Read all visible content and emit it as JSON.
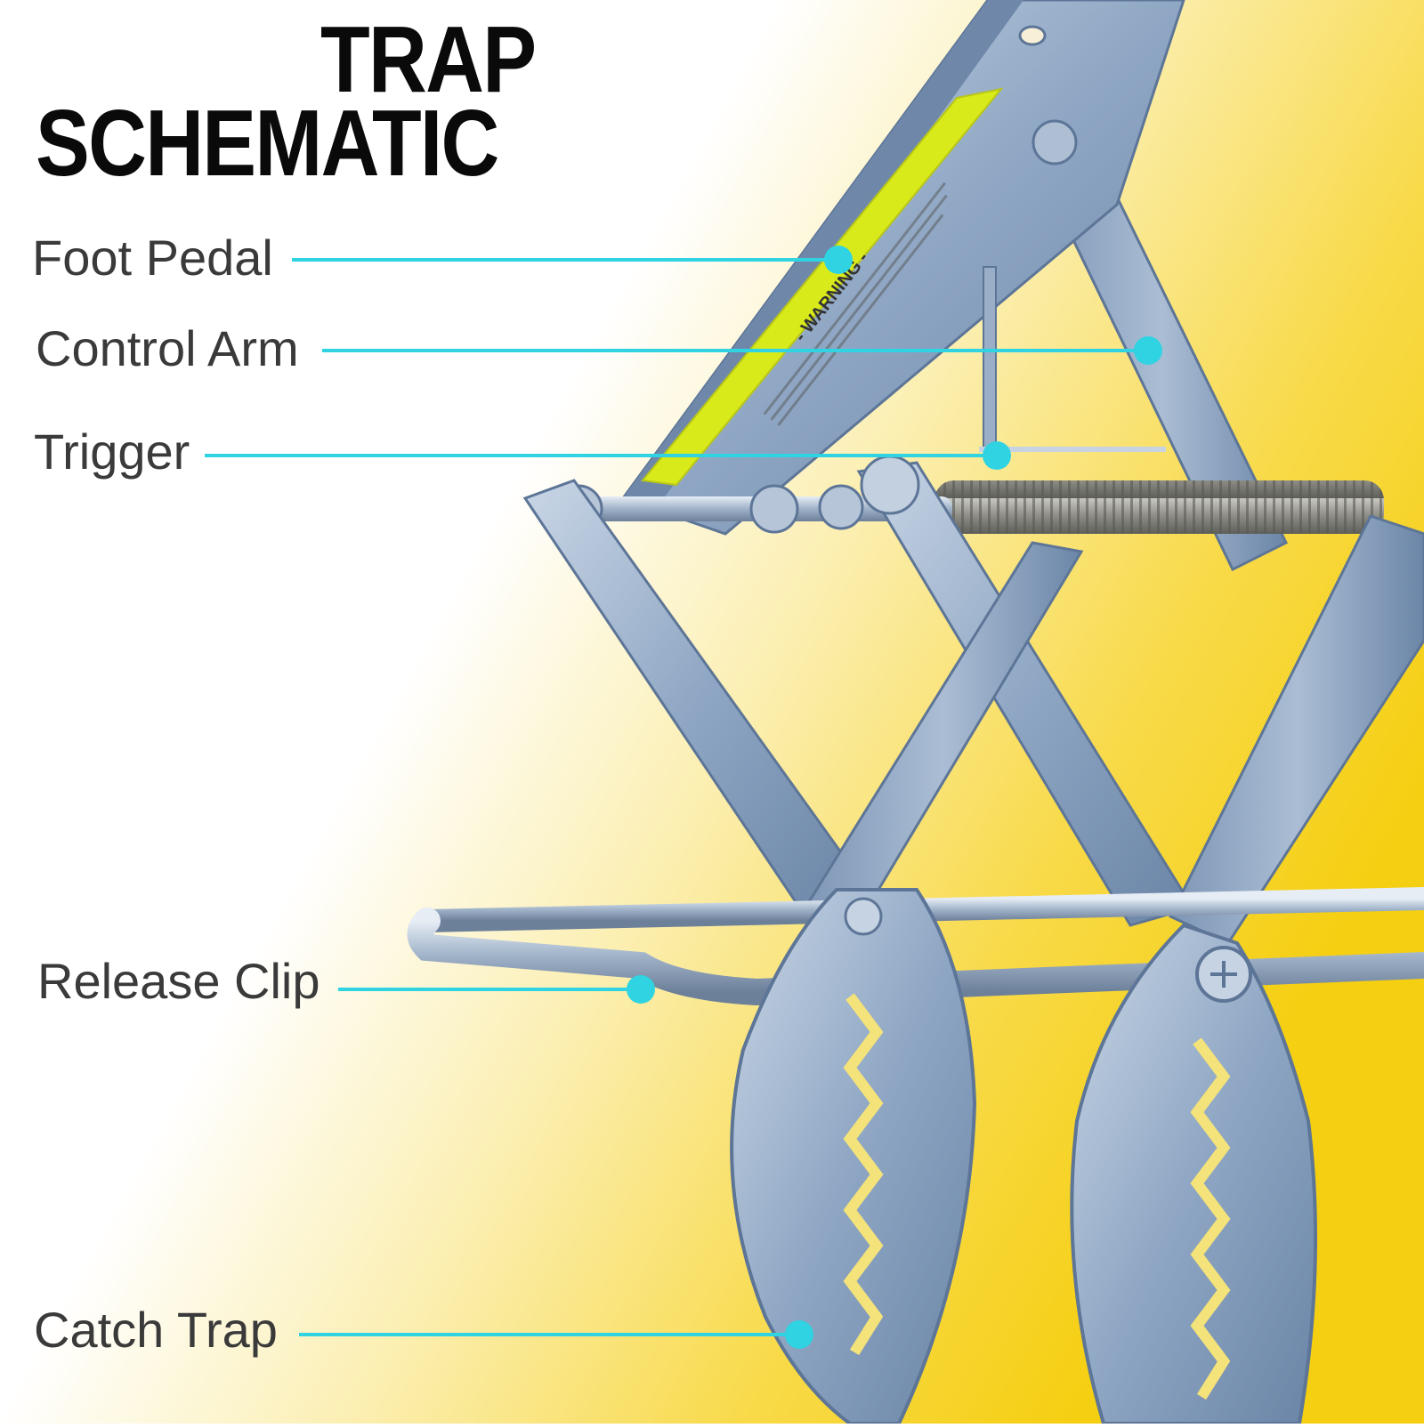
{
  "title": {
    "line1": "TRAP",
    "line2": "SCHEMATIC"
  },
  "labels": [
    {
      "id": "foot-pedal",
      "text": "Foot Pedal"
    },
    {
      "id": "control-arm",
      "text": "Control Arm"
    },
    {
      "id": "trigger",
      "text": "Trigger"
    },
    {
      "id": "release-clip",
      "text": "Release Clip"
    },
    {
      "id": "catch-trap",
      "text": "Catch Trap"
    }
  ],
  "warning_sticker": {
    "heading": "- WARNING -"
  },
  "colors": {
    "leader": "#2fd3e2",
    "label_text": "#3a3a3a",
    "title_text": "#0a0a0a",
    "background_yellow": "#f7d21c",
    "metal": "#8fa7c4",
    "sticker": "#d9ea1a"
  }
}
